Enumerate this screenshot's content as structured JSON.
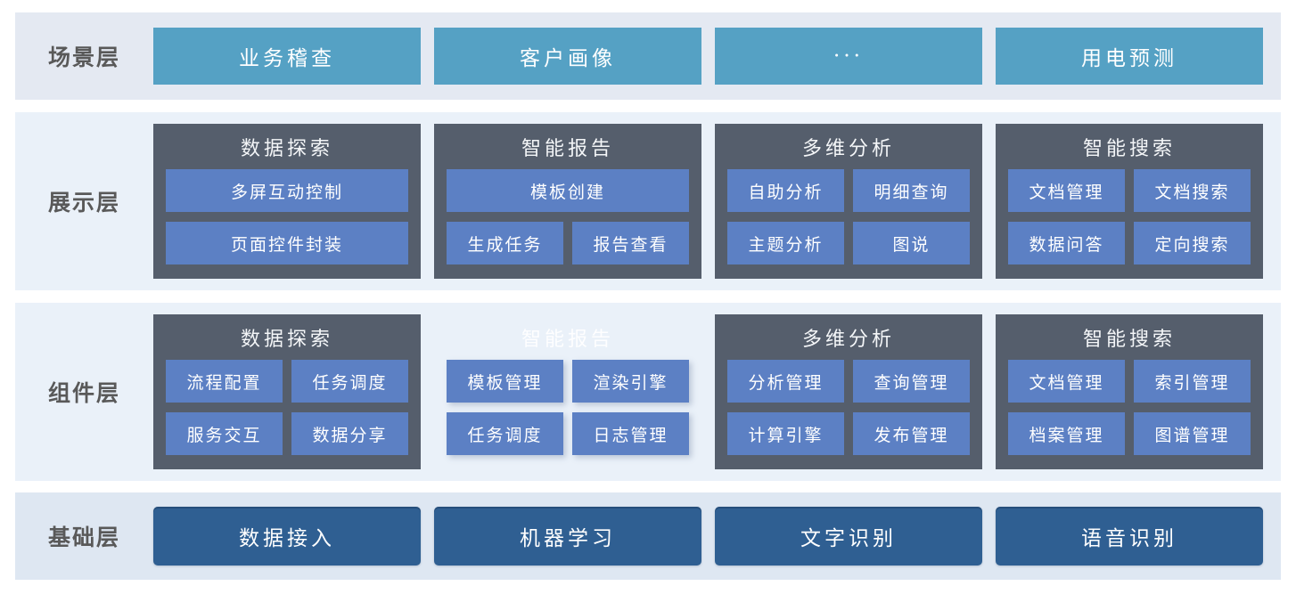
{
  "colors": {
    "scene_chip": "#55A1C4",
    "base_chip": "#2F5F92",
    "group_container": "#555E6C",
    "group_item": "#5C80C4",
    "band_scene": "#E4E9F2",
    "band_middle": "#EAF1F9",
    "band_base": "#DEE7F2",
    "layer_label_text": "#595959",
    "chip_text": "#FFFFFF"
  },
  "layers": [
    {
      "id": "scene",
      "label": "场景层",
      "type": "simple",
      "items": [
        "业务稽查",
        "客户画像",
        "···",
        "用电预测"
      ]
    },
    {
      "id": "display",
      "label": "展示层",
      "type": "groups",
      "groups": [
        {
          "title": "数据探索",
          "style": "dark",
          "rows": [
            [
              "多屏互动控制"
            ],
            [
              "页面控件封装"
            ]
          ]
        },
        {
          "title": "智能报告",
          "style": "dark",
          "rows": [
            [
              "模板创建"
            ],
            [
              "生成任务",
              "报告查看"
            ]
          ]
        },
        {
          "title": "多维分析",
          "style": "dark",
          "rows": [
            [
              "自助分析",
              "明细查询"
            ],
            [
              "主题分析",
              "图说"
            ]
          ]
        },
        {
          "title": "智能搜索",
          "style": "dark",
          "rows": [
            [
              "文档管理",
              "文档搜索"
            ],
            [
              "数据问答",
              "定向搜索"
            ]
          ]
        }
      ]
    },
    {
      "id": "component",
      "label": "组件层",
      "type": "groups",
      "groups": [
        {
          "title": "数据探索",
          "style": "dark",
          "rows": [
            [
              "流程配置",
              "任务调度"
            ],
            [
              "服务交互",
              "数据分享"
            ]
          ]
        },
        {
          "title": "智能报告",
          "style": "ghost",
          "rows": [
            [
              "模板管理",
              "渲染引擎"
            ],
            [
              "任务调度",
              "日志管理"
            ]
          ]
        },
        {
          "title": "多维分析",
          "style": "dark",
          "rows": [
            [
              "分析管理",
              "查询管理"
            ],
            [
              "计算引擎",
              "发布管理"
            ]
          ]
        },
        {
          "title": "智能搜索",
          "style": "dark",
          "rows": [
            [
              "文档管理",
              "索引管理"
            ],
            [
              "档案管理",
              "图谱管理"
            ]
          ]
        }
      ]
    },
    {
      "id": "base",
      "label": "基础层",
      "type": "simple",
      "items": [
        "数据接入",
        "机器学习",
        "文字识别",
        "语音识别"
      ]
    }
  ]
}
